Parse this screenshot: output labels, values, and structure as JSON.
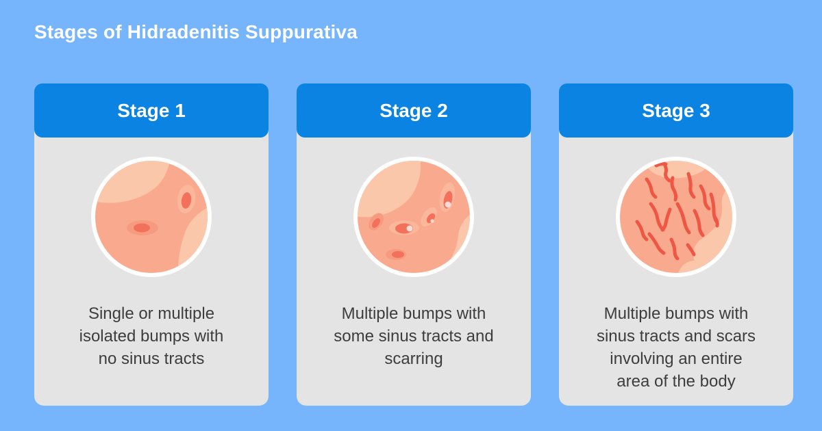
{
  "title": "Stages of Hidradenitis Suppurativa",
  "colors": {
    "background": "#76B5FB",
    "header-blue": "#0B83E2",
    "card-gray": "#E4E4E4",
    "header-text": "#FFFFFF",
    "title-text": "#FFFFFF",
    "desc-text": "#3D3D3D",
    "skin-light": "#FBC7AB",
    "skin-shade": "#F9AA8E",
    "bump-ring-light": "#FBB79C",
    "bump-ring-mid": "#F69B7F",
    "bump-core": "#F3705A",
    "pustule": "#F8DCD6",
    "scar": "#EE5743",
    "ring-white": "#FFFFFF"
  },
  "stages": [
    {
      "label": "Stage 1",
      "description": "Single or multiple\nisolated bumps with\nno sinus tracts",
      "illustration": "skin-patch-isolated-bumps-icon"
    },
    {
      "label": "Stage 2",
      "description": "Multiple bumps with\nsome sinus tracts and\nscarring",
      "illustration": "skin-patch-bumps-sinus-tracts-icon"
    },
    {
      "label": "Stage 3",
      "description": "Multiple bumps with\nsinus tracts and scars\ninvolving an entire\narea of the body",
      "illustration": "skin-patch-scars-icon"
    }
  ]
}
